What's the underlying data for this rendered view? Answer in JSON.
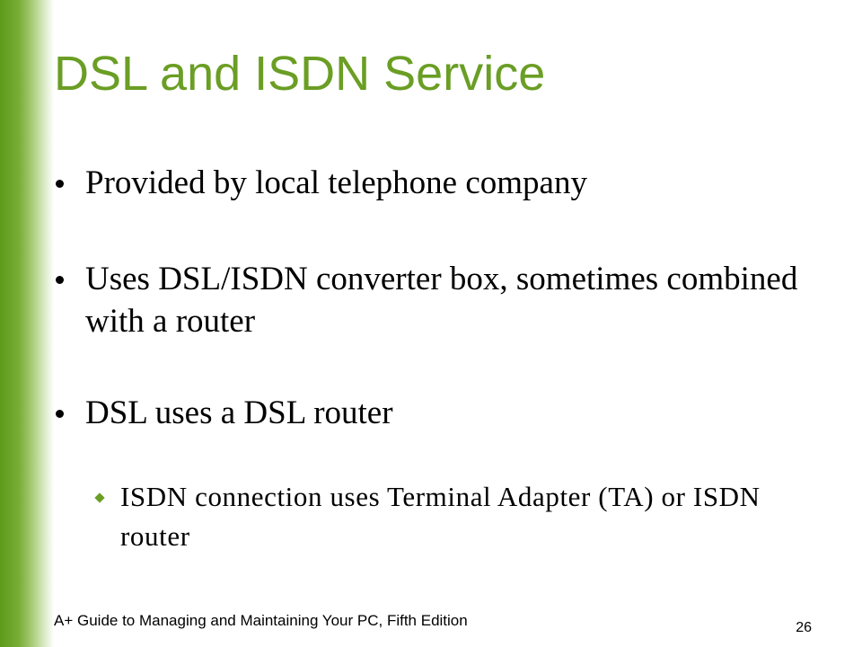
{
  "slide": {
    "title": "DSL and ISDN Service",
    "bullets": [
      "Provided by local telephone company",
      "Uses DSL/ISDN converter box, sometimes combined with a router",
      "DSL uses a DSL router"
    ],
    "sub_bullets": [
      "ISDN connection uses Terminal Adapter (TA) or ISDN router"
    ],
    "footer": "A+ Guide to Managing and Maintaining Your PC, Fifth Edition",
    "page_number": "26"
  },
  "colors": {
    "title": "#6a9e24",
    "accent_bar": "#5d9a1c",
    "sub_bullet_marker": "#6a9e24",
    "text": "#000000",
    "background": "#ffffff"
  }
}
